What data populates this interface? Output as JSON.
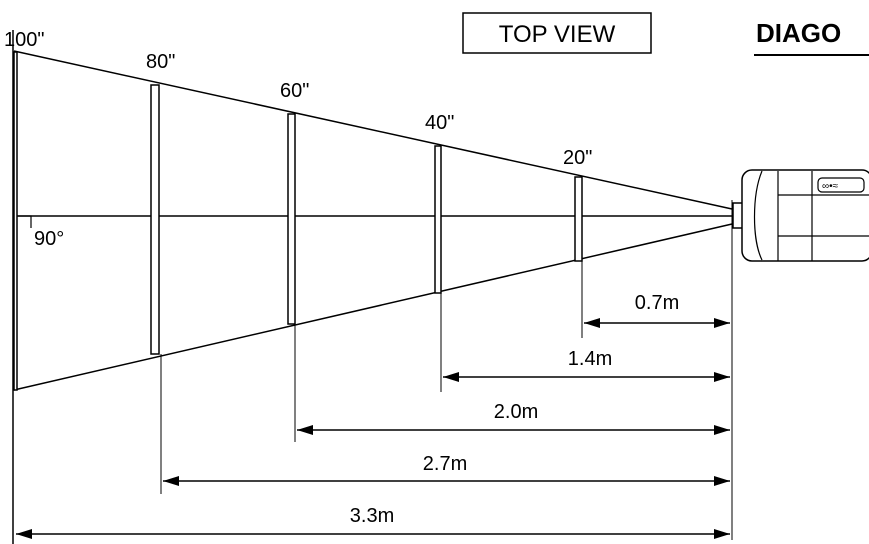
{
  "header": {
    "view_label": "TOP VIEW",
    "diagonal_label": "DIAGO"
  },
  "screen_sizes": [
    "100\"",
    "80\"",
    "60\"",
    "40\"",
    "20\""
  ],
  "angle_label": "90°",
  "distances": [
    "0.7m",
    "1.4m",
    "2.0m",
    "2.7m",
    "3.3m"
  ],
  "projector": {
    "icon": "projector-icon",
    "panel_label": "∞•≈"
  }
}
